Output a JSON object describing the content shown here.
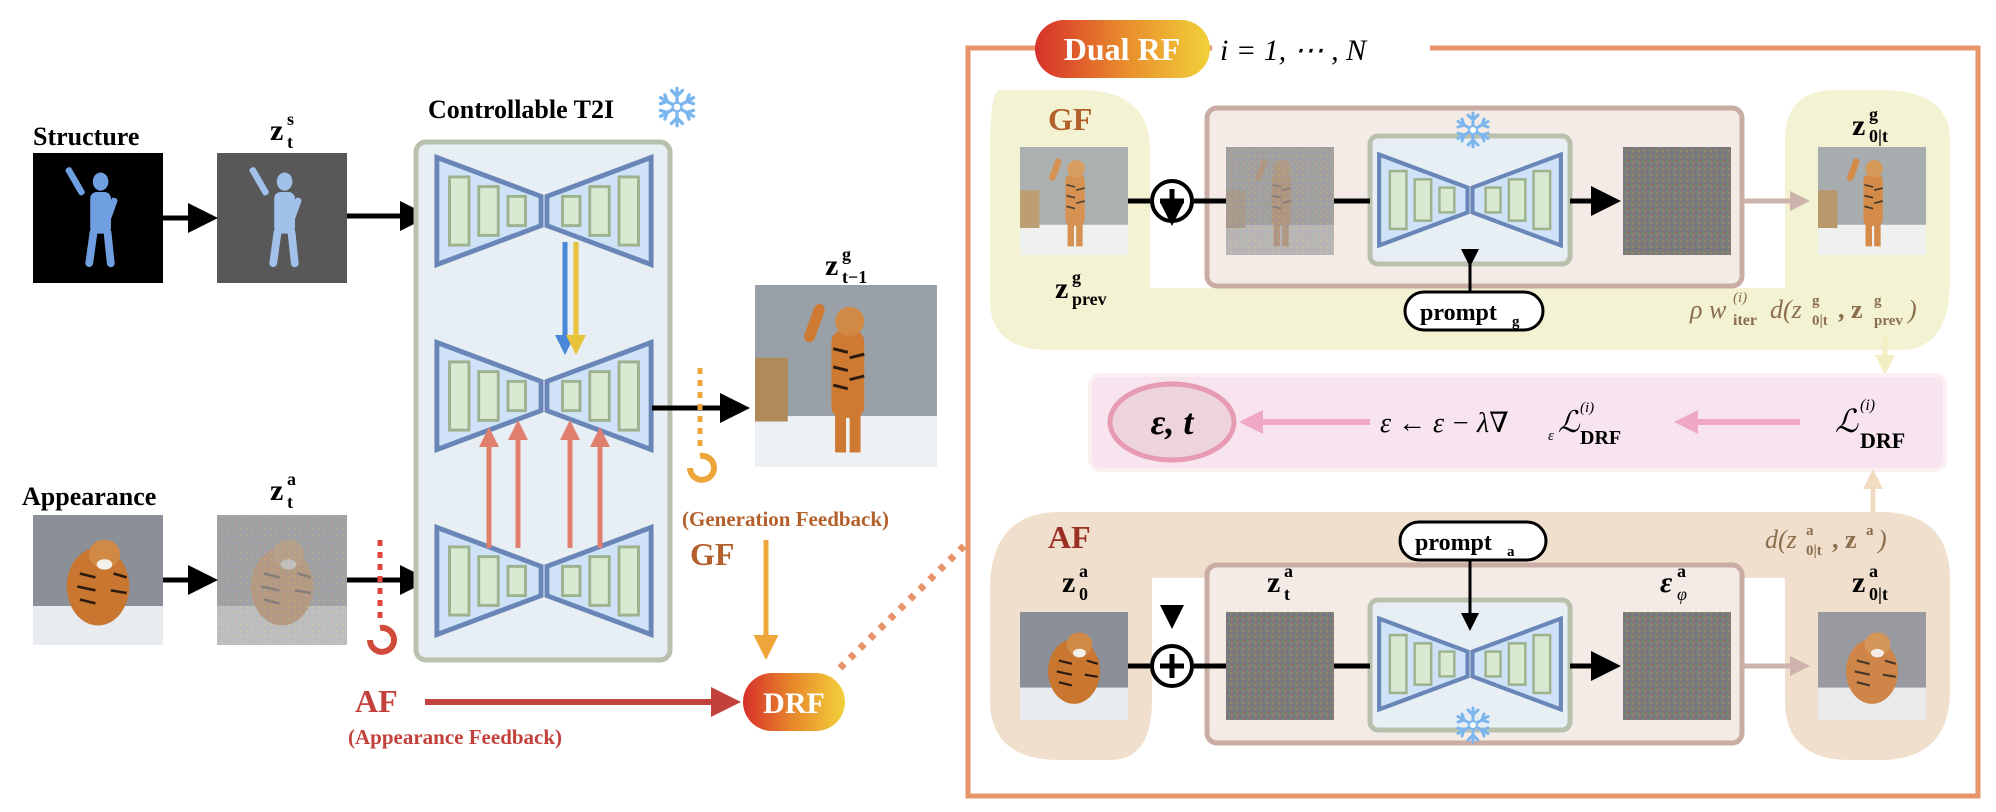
{
  "left": {
    "structure_label": "Structure",
    "appearance_label": "Appearance",
    "zs": {
      "base": "z",
      "sup": "s",
      "sub": "t"
    },
    "za": {
      "base": "z",
      "sup": "a",
      "sub": "t"
    },
    "zg": {
      "base": "z",
      "sup": "g",
      "sub": "t−1"
    },
    "t2i_title": "Controllable T2I",
    "gen_feedback": "(Generation Feedback)",
    "gf": "GF",
    "af": "AF",
    "app_feedback": "(Appearance Feedback)",
    "drf": "DRF"
  },
  "right": {
    "dual_rf": "Dual RF",
    "iteration": "i = 1,  ⋯  , N",
    "gf_label": "GF",
    "af_label": "AF",
    "z_prev": {
      "base": "z",
      "sup": "g",
      "sub": "prev"
    },
    "z_0t_g": {
      "base": "z",
      "sup": "g",
      "sub": "0|t"
    },
    "z_0_a": {
      "base": "z",
      "sup": "a",
      "sub": "0"
    },
    "z_t_a": {
      "base": "z",
      "sup": "a",
      "sub": "t"
    },
    "eps_a": {
      "base": "ε",
      "sup": "a",
      "sub": "φ"
    },
    "z_0t_a": {
      "base": "z",
      "sup": "a",
      "sub": "0|t"
    },
    "prompt_g": {
      "base": "prompt",
      "sub": "g"
    },
    "prompt_a": {
      "base": "prompt",
      "sub": "a"
    },
    "eps_t": "ε, t",
    "update_rule": "ε ← ε − λ∇",
    "update_sub": "ε",
    "loss": "ℒ",
    "loss_sup": "(i)",
    "loss_sub": "DRF",
    "gf_dist": {
      "rho": "ρ w",
      "sup": "(i)",
      "sub": "iter",
      "d": "d(z",
      "s1": "g",
      "b1": "0|t",
      "mid": ", z",
      "s2": "g",
      "b2": "prev",
      "end": ")"
    },
    "af_dist": {
      "d": "d(z",
      "s1": "a",
      "b1": "0|t",
      "mid": ", z",
      "s2": "a",
      "end": ")"
    }
  },
  "colors": {
    "unet_fill": "#cfe2f7",
    "unet_stroke": "#6a86b8",
    "block": "#d9ead3",
    "t2i_bg": "#e7eff4",
    "gf_bg": "#f3f3d3",
    "af_bg": "#f0dfcc",
    "pink": "#f7e4ee",
    "orange_frame": "#e8946a"
  }
}
